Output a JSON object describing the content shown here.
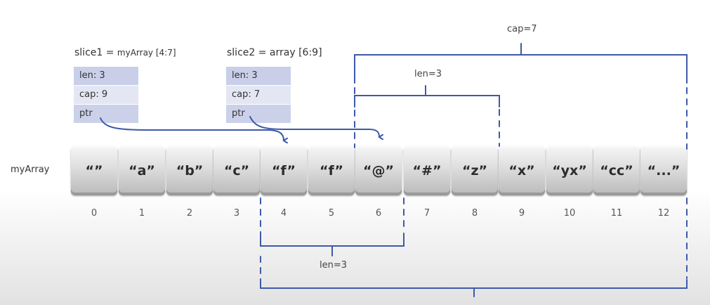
{
  "slice1": {
    "title": "slice1 = ",
    "title_array": "myArray [4:7]",
    "fields": [
      "len: 3",
      "cap: 9",
      "ptr"
    ]
  },
  "slice2": {
    "title": "slice2 = array [6:9]",
    "fields": [
      "len: 3",
      "cap: 7",
      "ptr"
    ]
  },
  "array": {
    "label": "myArray",
    "elements": [
      "“”",
      "“a”",
      "“b”",
      "“c”",
      "“f”",
      "“f”",
      "“@”",
      "“#”",
      "“z”",
      "“x”",
      "“yx”",
      "“cc”",
      "“...”"
    ],
    "indices": [
      "0",
      "1",
      "2",
      "3",
      "4",
      "5",
      "6",
      "7",
      "8",
      "9",
      "10",
      "11",
      "12"
    ]
  },
  "brackets": {
    "slice2_cap": "cap=7",
    "slice2_len": "len=3",
    "slice1_len": "len=3"
  },
  "colors": {
    "line": "#3d5aa8",
    "field_dark": "#c9cfe8",
    "field_light": "#e4e7f3"
  }
}
